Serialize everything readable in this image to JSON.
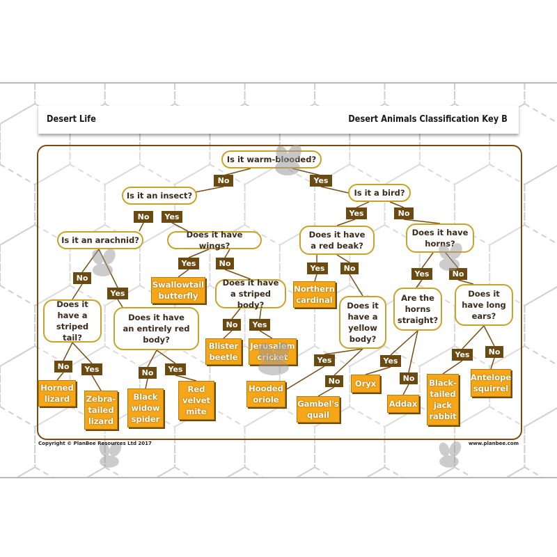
{
  "header": {
    "left_title": "Desert Life",
    "right_title": "Desert Animals Classification Key B"
  },
  "questions": {
    "q1": "Is it warm-blooded?",
    "q2": "Is it an insect?",
    "q3": "Is it a bird?",
    "q4": "Is it an arachnid?",
    "q5": "Does it have wings?",
    "q6": "Does it have\na red beak?",
    "q7": "Does it have\nhorns?",
    "q8": "Does it\nhave a\nstriped tail?",
    "q9": "Does it have\nan entirely red\nbody?",
    "q10": "Does it have\na striped body?",
    "q11": "Does it\nhave a\nyellow\nbody?",
    "q12": "Are the\nhorns\nstraight?",
    "q13": "Does it\nhave long\nears?"
  },
  "answer_labels": {
    "yes": "Yes",
    "no": "No"
  },
  "animals": {
    "swallowtail": "Swallowtail\nbutterfly",
    "northern_cardinal": "Northern\ncardinal",
    "blister_beetle": "Blister\nbeetle",
    "jerusalem_cricket": "Jerusalem\ncricket",
    "horned_lizard": "Horned\nlizard",
    "zebra_lizard": "Zebra-\ntailed\nlizard",
    "black_widow": "Black\nwidow\nspider",
    "red_velvet_mite": "Red\nvelvet\nmite",
    "hooded_oriole": "Hooded\noriole",
    "gambels_quail": "Gambel's\nquail",
    "oryx": "Oryx",
    "addax": "Addax",
    "jackrabbit": "Black-\ntailed\njack\nrabbit",
    "antelope_squirrel": "Antelope\nsquirrel"
  },
  "footer": {
    "copyright": "Copyright © PlanBee Resources Ltd 2017",
    "website": "www.planbee.com"
  },
  "colors": {
    "question_border": "#c9a227",
    "yes_no_fill": "#6b4a12",
    "answer_fill": "#f5a619",
    "frame": "#7a4a12",
    "lines": "#7a4a12"
  },
  "icons": [
    "bee-icon"
  ]
}
